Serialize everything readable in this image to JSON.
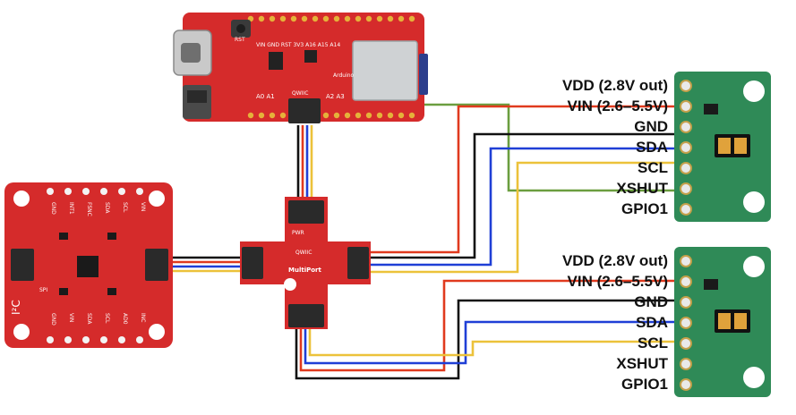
{
  "colors": {
    "wire_red": "#e03a1e",
    "wire_black": "#111111",
    "wire_blue": "#1f3fd6",
    "wire_yellow": "#ecc23a",
    "wire_green": "#6b9e3f",
    "board_red": "#d52b2b",
    "board_green": "#2f8a57"
  },
  "sensor_modules": [
    {
      "pins": [
        {
          "label": "VDD (2.8V out)"
        },
        {
          "label": "VIN (2.6–5.5V)"
        },
        {
          "label": "GND"
        },
        {
          "label": "SDA"
        },
        {
          "label": "SCL"
        },
        {
          "label": "XSHUT"
        },
        {
          "label": "GPIO1"
        }
      ]
    },
    {
      "pins": [
        {
          "label": "VDD (2.8V out)"
        },
        {
          "label": "VIN (2.6–5.5V)"
        },
        {
          "label": "GND"
        },
        {
          "label": "SDA"
        },
        {
          "label": "SCL"
        },
        {
          "label": "XSHUT"
        },
        {
          "label": "GPIO1"
        }
      ]
    }
  ],
  "microcontroller": {
    "silk": {
      "rst": "RST",
      "top_pins": "VIN GND RST 3V3 A16 A15 A14",
      "bottom_left": "A0 A1",
      "bottom_right": "A2 A3",
      "qwiic": "QWIIC",
      "side": "Arduino"
    }
  },
  "multiport": {
    "silk": {
      "pwr": "PWR",
      "qwiic": "QWIIC",
      "name": "MultiPort"
    }
  },
  "imu_board": {
    "silk": {
      "top_pins": [
        "GND",
        "INT1",
        "FSNC",
        "SDA",
        "SCL",
        "VIN"
      ],
      "bottom_pins": [
        "GND",
        "VIN",
        "SDA",
        "SCL",
        "AD0",
        "INC"
      ],
      "i2c": "I²C",
      "spi": "SPI"
    }
  }
}
